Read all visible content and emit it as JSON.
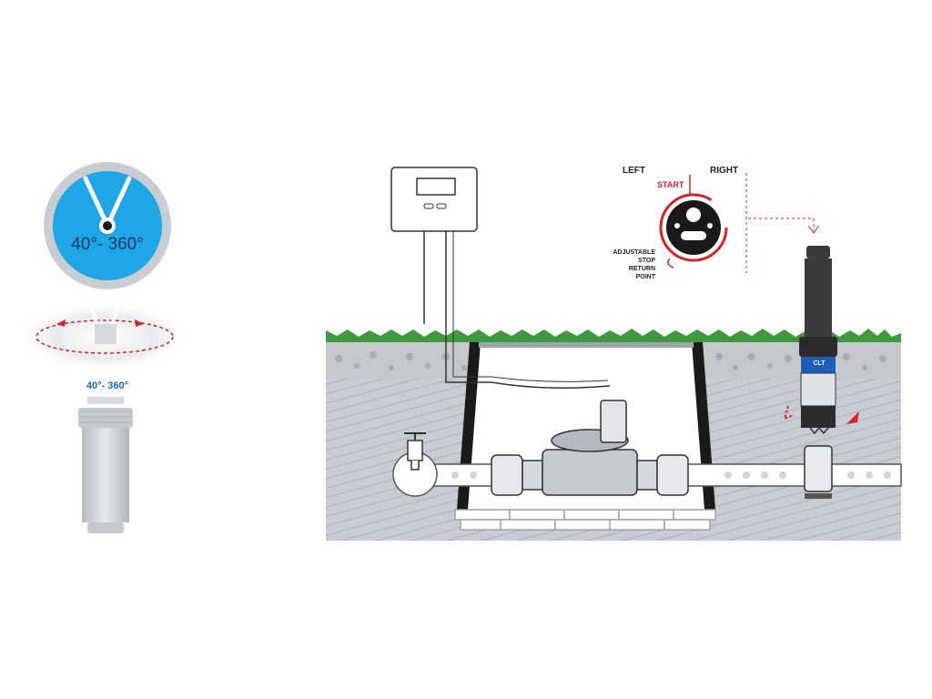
{
  "labels": {
    "dial_range": "40°- 360°",
    "arc_range": "40°- 360°",
    "left": "LEFT",
    "right": "RIGHT",
    "start": "START",
    "stop_return": "ADJUSTABLE\nSTOP\nRETURN\nPOINT",
    "brand": "CLT"
  },
  "colors": {
    "dial_blue": "#1ea6e6",
    "ring_gray": "#c9cdd2",
    "grass": "#3f9a3f",
    "soil": "#c9cdd2",
    "arrow_red": "#d0262a",
    "text_blue": "#1f66b3"
  },
  "icons": [
    "controller-box-icon",
    "solenoid-valve-icon",
    "water-tap-icon",
    "pop-up-sprinkler-icon",
    "arc-adjust-dial-icon"
  ]
}
